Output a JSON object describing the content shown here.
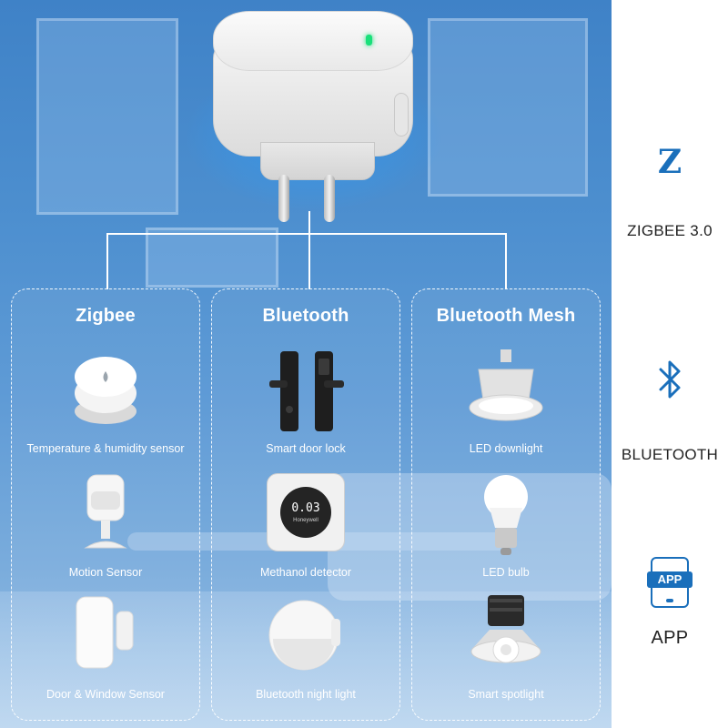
{
  "hub": {
    "name": "zigbee-bluetooth-gateway"
  },
  "panels": [
    {
      "title": "Zigbee",
      "items": [
        {
          "label": "Temperature & humidity sensor",
          "icon": "temperature-humidity-sensor-icon"
        },
        {
          "label": "Motion Sensor",
          "icon": "motion-sensor-icon"
        },
        {
          "label": "Door & Window Sensor",
          "icon": "door-window-sensor-icon"
        }
      ]
    },
    {
      "title": "Bluetooth",
      "items": [
        {
          "label": "Smart door lock",
          "icon": "smart-door-lock-icon"
        },
        {
          "label": "Methanol detector",
          "icon": "methanol-detector-icon",
          "display_value": "0.03",
          "brand": "Honeywell"
        },
        {
          "label": "Bluetooth night light",
          "icon": "night-light-icon"
        }
      ]
    },
    {
      "title": "Bluetooth Mesh",
      "items": [
        {
          "label": "LED downlight",
          "icon": "led-downlight-icon"
        },
        {
          "label": "LED bulb",
          "icon": "led-bulb-icon"
        },
        {
          "label": "Smart spotlight",
          "icon": "smart-spotlight-icon"
        }
      ]
    }
  ],
  "side": {
    "zigbee_symbol": "Z",
    "zigbee_label": "ZIGBEE 3.0",
    "bluetooth_label": "BLUETOOTH",
    "app_icon_text": "APP",
    "app_label": "APP"
  },
  "colors": {
    "brand_blue": "#1a6fbb",
    "led_green": "#19e07a",
    "panel_text": "#ffffff"
  }
}
